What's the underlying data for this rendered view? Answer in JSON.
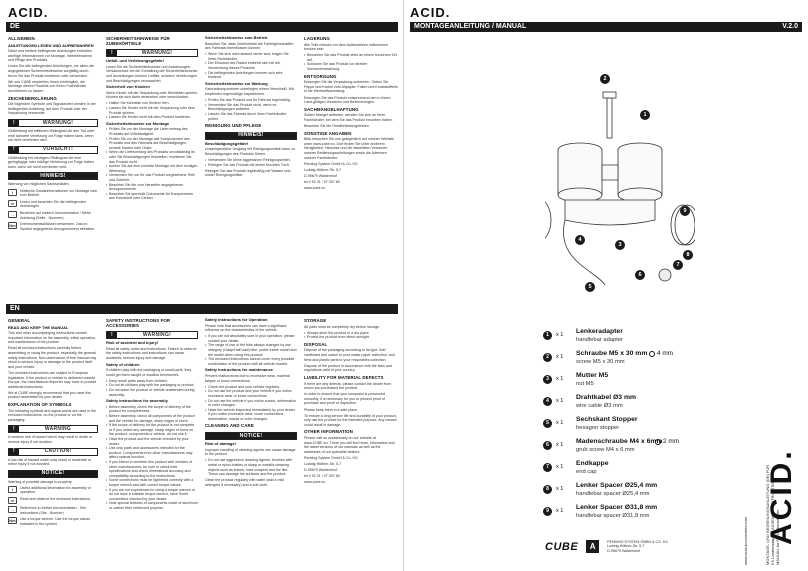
{
  "brand": {
    "logo": "ACID."
  },
  "headers": {
    "de": "DE",
    "en": "EN",
    "manual": "MONTAGEANLEITUNG / MANUAL",
    "version": "V.2.0"
  },
  "de": {
    "col1": {
      "h1": "ALLGEMEIN",
      "h2": "ANLEITUNGEN LESEN UND AUFBEWAHREN",
      "p1": "Diese und weitere beiliegende Anleitungen enthalten wichtige Informationen zur Montage, Inbetriebnahme und Pflege des Produkts.",
      "p2": "Lesen Sie alle beiliegenden Anleitungen, vor allem die angegebenen Sicherheitshinweise sorgfältig durch, bevor Sie das Produkt montieren oder verwenden.",
      "p3": "Wir von CUBE empfehlen Ihnen eindringlich, die Montage dieses Produkts von Ihrem Fachhändler durchführen zu lassen.",
      "h3": "ZEICHENERKLÄRUNG",
      "p4": "Die folgenden Symbole und Signalwörter werden in der beiliegenden Anleitung, auf dem Produkt oder der Verpackung verwendet.",
      "warn1": "WARNUNG!",
      "w1txt": "Gefährdung mit mittlerem Risikograd die den Tod oder eine schwere Verletzung zur Folge haben kann, wenn sie nicht vermieden wird.",
      "warn2": "VORSICHT!",
      "w2txt": "Gefährdung mit niedrigem Risikograd die eine geringfügige oder mäßige Verletzung zur Folge haben kann, wenn sie nicht vermieden wird.",
      "warn3": "HINWEIS!",
      "w3txt": "Warnung vor möglichen Sachschäden.",
      "s1": "Nützliche Zusatzinformationen zur Montage oder zum Betrieb",
      "s2": "Lesen und beachten Sie die beiliegenden Anleitungen",
      "s3": "Beziehen auf weitere Dokumentation / Siehe Anleitung (Seite - Nummer)",
      "s4": "Drehmomentschlüssel verwenden. Das im Symbol angegebene Anzugsmoment einhalten."
    },
    "col2": {
      "h1": "SICHERHEITSHINWEISE FÜR ZUBEHÖRTEILE",
      "warn1": "WARNUNG!",
      "h2": "Unfall- und Verletzungsgefahr!",
      "p1": "Lesen Sie die Sicherheitshinweise und Anweisungen. Versäumnisse bei der Einhaltung der Sicherheitshinweise und Anweisungen können Unfälle, schwere Verletzungen und Beschädigungen verursachen.",
      "h3": "Sicherheit von Kindern",
      "p2": "Wenn Kinder mit der Verpackung oder Kleinteilen spielen, können sie sich darin verstricken oder verschlucken.",
      "b1": "Halten Sie Kleinteile von Kindern fern.",
      "b2": "Lassen Sie Kinder nicht mit der Verpackung oder dem Produkt spielen.",
      "b3": "Lassen Sie Kinder nicht mit dem Produkt hantieren.",
      "h4": "Sicherheitshinweise zur Montage",
      "b4": "Prüfen Sie vor der Montage die Lieferumfang des Produkts auf Vollständigkeit.",
      "b5": "Prüfen Sie vor der Montage alle Komponenten des Produkts und des Fahrrads auf Beschädigungen, scharfe Kanten oder Grate.",
      "b6": "Wenn die Lieferumfang des Produkts unvollständig ist oder Sie Beschädigungen feststellen, montieren Sie das Produkt nicht.",
      "b7": "Achten Sie auf eine korrekte Montage mit dem richtigen Werkzeug.",
      "b8": "Verwenden Sie nur für das Produkt vorgesehene Teile und Zubehör.",
      "b9": "Beachten Sie die vom Hersteller angegebenen Anzugsmomente.",
      "b10": "Beachten Sie spezielle Dokumente für Komponenten aus Kunststoff oder Carbon."
    },
    "col3": {
      "h1": "Sicherheitshinweise zum Betrieb",
      "p1": "Beachten Sie, dass Zubehörteile die Fahreigenschaften des Fahrrads beeinflussen können.",
      "b1": "Wenn Sie sich nicht absolut sicher sind, fragen Sie Ihren Fachhändler.",
      "b2": "Der Einwand des Rades entbehrt sich bei der Verwendung dieses Produkts.",
      "b3": "Die beiliegenden Anleitungen kennen sich sehr bindend.",
      "h2": "Sicherheitshinweise zur Wartung",
      "p2": "Fahrradkomponenten unterliegen einem Verschleiß. Wir empfehlen regelmäßige Inspektionen.",
      "b4": "Prüfen Sie das Produkt und Ihr Fahrrad regelmäßig.",
      "b5": "Verwenden Sie das Produkt nicht, wenn es Beschädigungen aufweist.",
      "b6": "Lassen Sie das Fahrrad durch Ihren Fachhändler prüfen.",
      "h3": "REINIGUNG UND PFLEGE",
      "warn1": "HINWEIS!",
      "h4": "Beschädigungsgefahr!",
      "p3": "Unsachgemäßer Umgang mit Reinigungsmitteln kann zu Beschädigungen des Produkts führen.",
      "b7": "Verwenden Sie keine aggressiven Reinigungsmittel.",
      "b8": "Reinigen Sie das Produkt mit einem feuchten Tuch.",
      "p4": "Reinigen Sie das Produkt regelmäßig mit Wasser und milder Reinigungsmittel."
    },
    "col4": {
      "h1": "LAGERUNG",
      "p1": "Alle Teile müssen vor dem Aufbewahren vollkommen trocken sein.",
      "b1": "Bewahren Sie das Produkt stets an einem trockenen Ort auf.",
      "b2": "Schützen Sie das Produkt vor direkter Sonneneinstrahlung.",
      "h2": "ENTSORGUNG",
      "p2": "Entsorgen Sie die Verpackung sortenrein. Geben Sie Pappe und Karton zum Altpapier, Folien und Kunststoffteile in die Wertstoffsammlung.",
      "p3": "Entsorgen Sie das Produkt entsprechend den in Ihrem Land gültigen Gesetzen und Bestimmungen.",
      "h3": "SACHMÄNGELHAFTUNG",
      "p4": "Sollten Mängel auftreten, wenden Sie sich an Ihren Fachhändler, bei dem Sie das Produkt erworben haben.",
      "p5": "Beachten Sie die Gewährleistungsfristen.",
      "h4": "SONSTIGE ANGABEN",
      "p6": "Bitte besuchen Sie uns gelegentlich auf unserer Website unter www.cube.eu. Dort finden Sie unter anderem Neuigkeiten, Hinweise und die aktuellsten Versionen unserer Bedienungsanleitungen sowie die Adressen unserer Fachhändler.",
      "addr1": "Pending System GmbH & Co. KG",
      "addr2": "Ludwig-Hüttner-Str. 5-7",
      "addr3": "D-95679 Waldershof",
      "tel": "tel 0 92 31 / 97 007 80",
      "web": "www.cube.eu"
    }
  },
  "en": {
    "col1": {
      "h1": "GENERAL",
      "h2": "READ AND KEEP THE MANUAL",
      "p1": "This and other accompanying instructions contain important information on the assembly, initial operation, and maintenance of the product.",
      "p2": "Read all enclosed instructions carefully before assembling or using the product, especially the general safety instructions. Non-observance of this manual may result in serious injury or damage to the product itself and your vehicle.",
      "p3": "The enclosed instructions are subject to European legislation. If the product or vehicle is delivered outside Europe, the manufacturer/importer may have to provide additional instructions.",
      "p4": "We at CUBE strongly recommend that you have this product assembled by your dealer.",
      "h3": "EXPLANATION OF SYMBOLS",
      "p5": "The following symbols and signal words are used in the enclosed instructions, on the product or on the packaging.",
      "warn1": "WARNING",
      "w1txt": "A medium risk of hazard which may result in death or serious injury if not avoided.",
      "warn2": "CAUTION!",
      "w2txt": "A low risk of hazard which may result in moderate or minor injury if not avoided.",
      "warn3": "NOTICE!",
      "w3txt": "Warning of possible damage to property.",
      "s1": "Useful additional information for assembly or operation.",
      "s2": "Read and observe the enclosed instructions.",
      "s3": "Reference to further documentation - See instructions (Site - Number)",
      "s4": "Use a torque wrench. Use the torque values indicated in the symbol."
    },
    "col2": {
      "h1": "SAFETY INSTRUCTIONS FOR ACCESSORIES",
      "warn1": "WARNING!",
      "h2": "Risk of accident and injury!",
      "p1": "Read all safety notes and instructions. Failure to observe the safety instructions and instructions can cause accidents, serious injury and damage.",
      "h3": "Safety of children",
      "p2": "If children play with the packaging or small parts, they could get them caught or swallow themselves.",
      "b1": "Keep small parts away from children.",
      "b2": "Do not let children play with the packaging or product.",
      "b3": "Do not leave the product or vehicle unattended during assembly.",
      "h4": "Safety instructions for assembly",
      "b4": "Before assembly, check the scope of delivery of the product for completeness.",
      "b5": "Before assembly, check all components of the product and the vehicle for damage, sharp edges or burrs.",
      "b6": "If the scope of delivery for the product is not complete or if you notice any damage, sharp edges or burrs on the product, components or vehicle, do not use it.",
      "b7": "Have the product and the vehicle checked by your dealer.",
      "b8": "Use only parts and accessories intended for the product. Components from other manufacturers may affect optimal function.",
      "b9": "If you intend to combine this product with vehicles of other manufacturers, be sure to check their specifications and check dimensional accuracy and compatibility according to the instructions.",
      "b10": "Some connections must be tightened correctly with a torque wrench and with correct torque values.",
      "b11": "If you are not experienced in using a torque wrench or do not have a suitable torque wrench, have Some connections checked by your dealer.",
      "b12": "Note special features of components made of aluminum or carbon fiber reinforced polymer."
    },
    "col3": {
      "h1": "Safety instructions for Operation",
      "p1": "Please note that accessories can have a significant influence on the characteristics of the vehicle.",
      "b1": "If you are not absolutely sure in your operation, please contact your dealer.",
      "b2": "The range of use of the bike always changes by use category (Clasp/Half load) bike, prefer frame model and the model when using this product.",
      "b3": "The enclosed instructions cannot cover every possible combination of the product with all vehicle models.",
      "h2": "Safety instructions for maintenance",
      "p2": "Prevent malfunctions due to excessive wear, material fatigue or loose connections.",
      "b4": "Check the product and your vehicle regularly.",
      "b5": "Do not use the product and your vehicle if you notice excessive wear or loose connections.",
      "b6": "Do not use the vehicle if you notice cracks, deformation or color changes.",
      "b7": "Have the vehicle inspected immediately by your dealer if you notice excessive wear, loose connections, deformation, cracks or color changes.",
      "h3": "CLEANING AND CARE",
      "warn1": "NOTICE!",
      "h4": "Risk of damage!",
      "p3": "Improper handling of cleaning agents can cause damage to the product.",
      "b8": "Do not use aggressive cleaning agents, brushes with metal or nylon bristles or sharp or metallic cleaning objects such as knives, hard scrapers and the like. These can damage the surfaces and the product.",
      "p4": "Clean the product regularly with water (add a mild detergent if necessary) and a soft cloth."
    },
    "col4": {
      "h1": "STORAGE",
      "p1": "All parts must be completely dry before storage.",
      "b1": "Always store the product in a dry place.",
      "b2": "Protect the product from direct sunlight.",
      "h2": "DISPOSAL",
      "p2": "Dispose of the packaging according to its type. Add cardboard and carton to your waste paper collection, and films and plastic parts to your recyclables collection.",
      "p3": "Dispose of the product in accordance with the laws and regulations valid in your country.",
      "h3": "LIABILITY FOR MATERIAL DEFECTS",
      "p4": "If there are any defects, please contact the dealer from whom you purchased the product.",
      "p5": "In order to ensure that your complaint is processed smoothly, it is necessary for you to present proof of purchase and proof of inspection.",
      "p6": "Please keep them in a safe place.",
      "p7": "To ensure a long service life and durability of your product, only use the product for the intended purpose. Any misuse could result in damage.",
      "h4": "OTHER INFORMATION",
      "p8": "Please visit us occasionally on our website at www.CUBE.eu. There you will find news, information and the latest versions of our manuals as well as the addresses of our specialist dealers.",
      "addr1": "Pending System GmbH & Co. KG",
      "addr2": "Ludwig-Hüttner-Str. 5-7",
      "addr3": "D-95679 Waldershof",
      "tel": "tel 0 92 31 / 97 007 80",
      "web": "www.cube.eu"
    }
  },
  "parts": [
    {
      "num": "1",
      "qty": "x 1",
      "name": "Lenkeradapter",
      "sub": "handlebar adapter",
      "tool": ""
    },
    {
      "num": "2",
      "qty": "x 1",
      "name": "Schraube M5 x 30 mm",
      "sub": "screw M5 x 30 mm",
      "tool": "4 mm",
      "tool_icon": "hex-key-icon"
    },
    {
      "num": "3",
      "qty": "x 1",
      "name": "Mutter M5",
      "sub": "nut M5",
      "tool": ""
    },
    {
      "num": "4",
      "qty": "x 1",
      "name": "Drahtkabel Ø3 mm",
      "sub": "wire cable Ø3 mm",
      "tool": ""
    },
    {
      "num": "5",
      "qty": "x 1",
      "name": "Sechskant Stopper",
      "sub": "hexagon stopper",
      "tool": ""
    },
    {
      "num": "6",
      "qty": "x 1",
      "name": "Madenschraube M4 x 6mm",
      "sub": "grub screw M4 x 6 mm",
      "tool": "2 mm",
      "tool_icon": "hex-key-icon"
    },
    {
      "num": "7",
      "qty": "x 1",
      "name": "Endkappe",
      "sub": "end cap",
      "tool": ""
    },
    {
      "num": "8",
      "qty": "x 1",
      "name": "Lenker Spacer Ø25,4 mm",
      "sub": "handlebar spacer Ø25,4 mm",
      "tool": ""
    },
    {
      "num": "9",
      "qty": "x 1",
      "name": "Lenker Spacer Ø31,8 mm",
      "sub": "handlebar spacer Ø31,8 mm",
      "tool": ""
    }
  ],
  "callouts": [
    "1",
    "2",
    "3",
    "4",
    "5",
    "6",
    "7",
    "8",
    "9"
  ],
  "footer": {
    "cube": "CUBE",
    "company": "PENDING SYSTEM GMBH & CO. KG",
    "street": "Ludwig-Hüttner-Str. 5-7",
    "city": "D-95679 Waldershof",
    "side1": "MONTAGE- UND BEDIENUNGSANLEITUNG (DE) FÜR",
    "side2": "FX Lenkeradapter / ASSEMBLY INSTRUCTION AND",
    "side3": "MANUAL for FX Lenkeradapter",
    "web": "www.acid-accessories.com"
  },
  "colors": {
    "dark": "#1b1b1b",
    "paper": "#ffffff"
  }
}
